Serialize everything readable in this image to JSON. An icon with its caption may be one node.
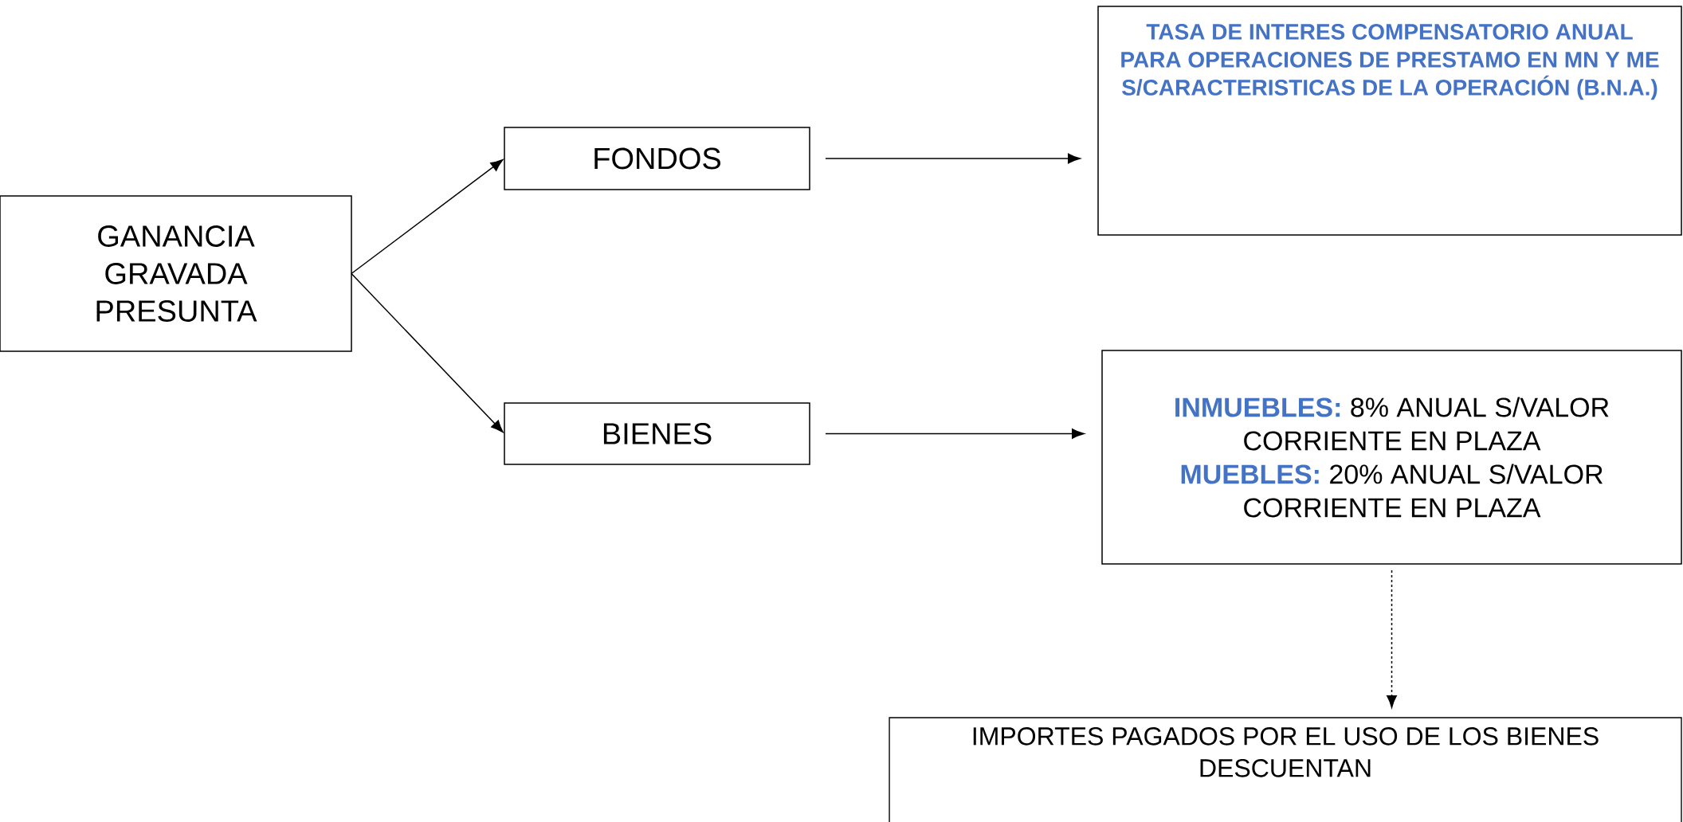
{
  "diagram": {
    "nodes": [
      {
        "text": [
          "GANANCIA GRAVADA PRESUNTA"
        ]
      },
      {
        "text": [
          "FONDOS"
        ]
      },
      {
        "text": [
          "BIENES"
        ]
      },
      {
        "text": [
          "TASA DE INTERES COMPENSATORIO ANUAL PARA OPERACIONES DE PRESTAMO EN MN Y ME S/CARACTERISTICAS DE LA OPERACIÓN (B.N.A.)"
        ]
      },
      {
        "text": [
          "**INMUEBLES:** 8% ANUAL S/VALOR CORRIENTE EN PLAZA",
          "**MUEBLES:** 20% ANUAL S/VALOR CORRIENTE EN PLAZA"
        ]
      },
      {
        "text": [
          "IMPORTES PAGADOS POR EL USO DE LOS BIENES DESCUENTAN"
        ]
      }
    ],
    "edges": [
      {
        "from": 0,
        "to": 1,
        "arrow": "to"
      },
      {
        "from": 0,
        "to": 2,
        "arrow": "to"
      },
      {
        "from": 1,
        "to": 3,
        "arrow": "to"
      },
      {
        "from": 2,
        "to": 4,
        "arrow": "to"
      },
      {
        "from": 4,
        "to": 5,
        "arrow": "to",
        "style": "dashed"
      }
    ]
  }
}
